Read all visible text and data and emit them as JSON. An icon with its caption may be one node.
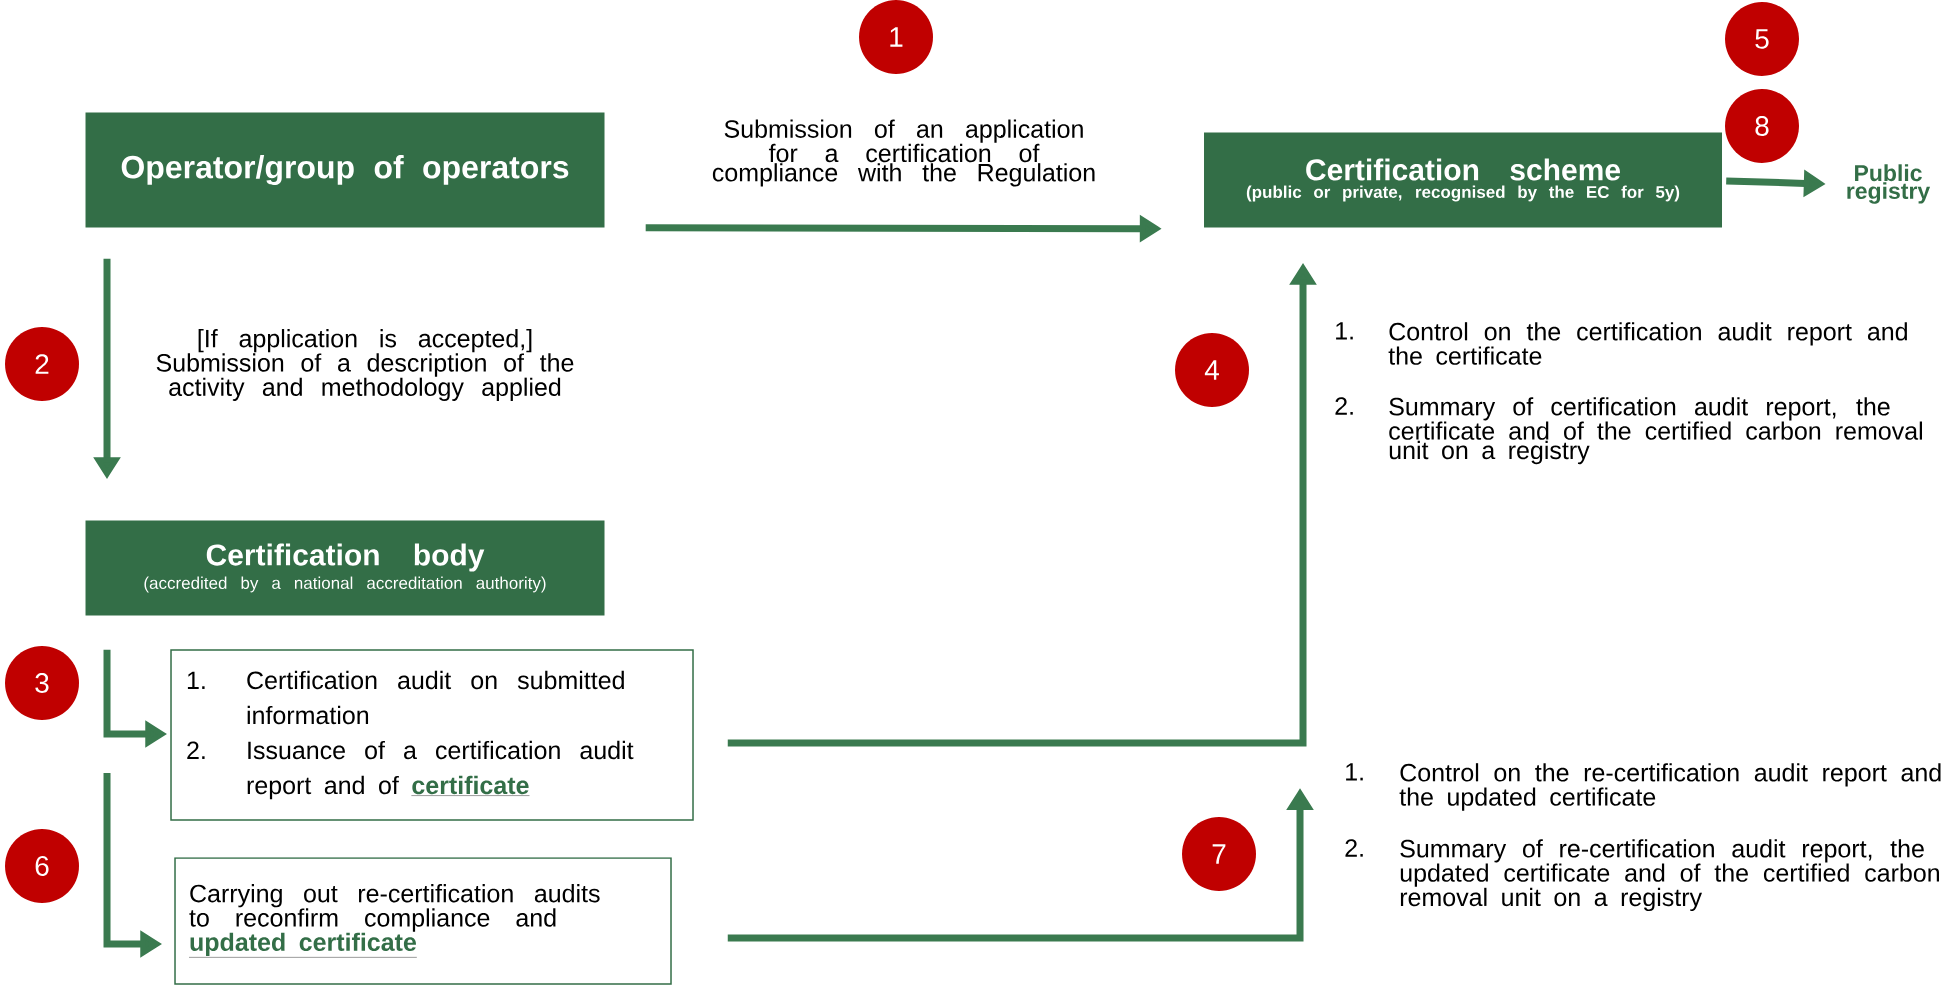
{
  "diagram": {
    "nodes": [
      {
        "text": [
          "Operator/group of operators"
        ]
      },
      {
        "text": [
          "Certification scheme",
          "(public or private, recognised by the EC for 5y)"
        ]
      },
      {
        "text": [
          "Public registry"
        ]
      },
      {
        "text": [
          "Certification body",
          "(accredited by a national accreditation authority)"
        ]
      },
      {
        "text": [
          "1.",
          "Certification audit on submitted information",
          "2.",
          "Issuance of a certification audit report and of",
          "certificate"
        ]
      },
      {
        "text": [
          "Carrying out re-certification audits to reconfirm compliance and",
          "updated certificate"
        ]
      },
      {
        "text": [
          "1"
        ]
      },
      {
        "text": [
          "2"
        ]
      },
      {
        "text": [
          "3"
        ]
      },
      {
        "text": [
          "4"
        ]
      },
      {
        "text": [
          "5"
        ]
      },
      {
        "text": [
          "6"
        ]
      },
      {
        "text": [
          "7"
        ]
      },
      {
        "text": [
          "8"
        ]
      }
    ],
    "edges": [
      {
        "from": 0,
        "to": 1,
        "arrow": "to",
        "label": "Submission of an application for a certification of compliance with the Regulation"
      },
      {
        "from": 1,
        "to": 2,
        "arrow": "to"
      },
      {
        "from": 0,
        "to": 3,
        "arrow": "to",
        "label": "[If application is accepted,] Submission of a description of the activity and methodology applied"
      },
      {
        "from": 3,
        "to": 4,
        "arrow": "to"
      },
      {
        "from": 4,
        "to": 1,
        "arrow": "to"
      },
      {
        "from": null,
        "to": 5,
        "arrow": "to"
      },
      {
        "from": 5,
        "to": null,
        "arrow": "to"
      }
    ],
    "labels": [
      "1.",
      "Control on the certification audit report and the certificate",
      "2.",
      "Summary of certification audit report, the certificate and of the certified carbon removal unit on a registry",
      "1.",
      "Control on the re-certification audit report and the updated certificate",
      "2.",
      "Summary of re-certification audit report, the updated certificate and of the certified carbon removal unit on a registry"
    ]
  }
}
